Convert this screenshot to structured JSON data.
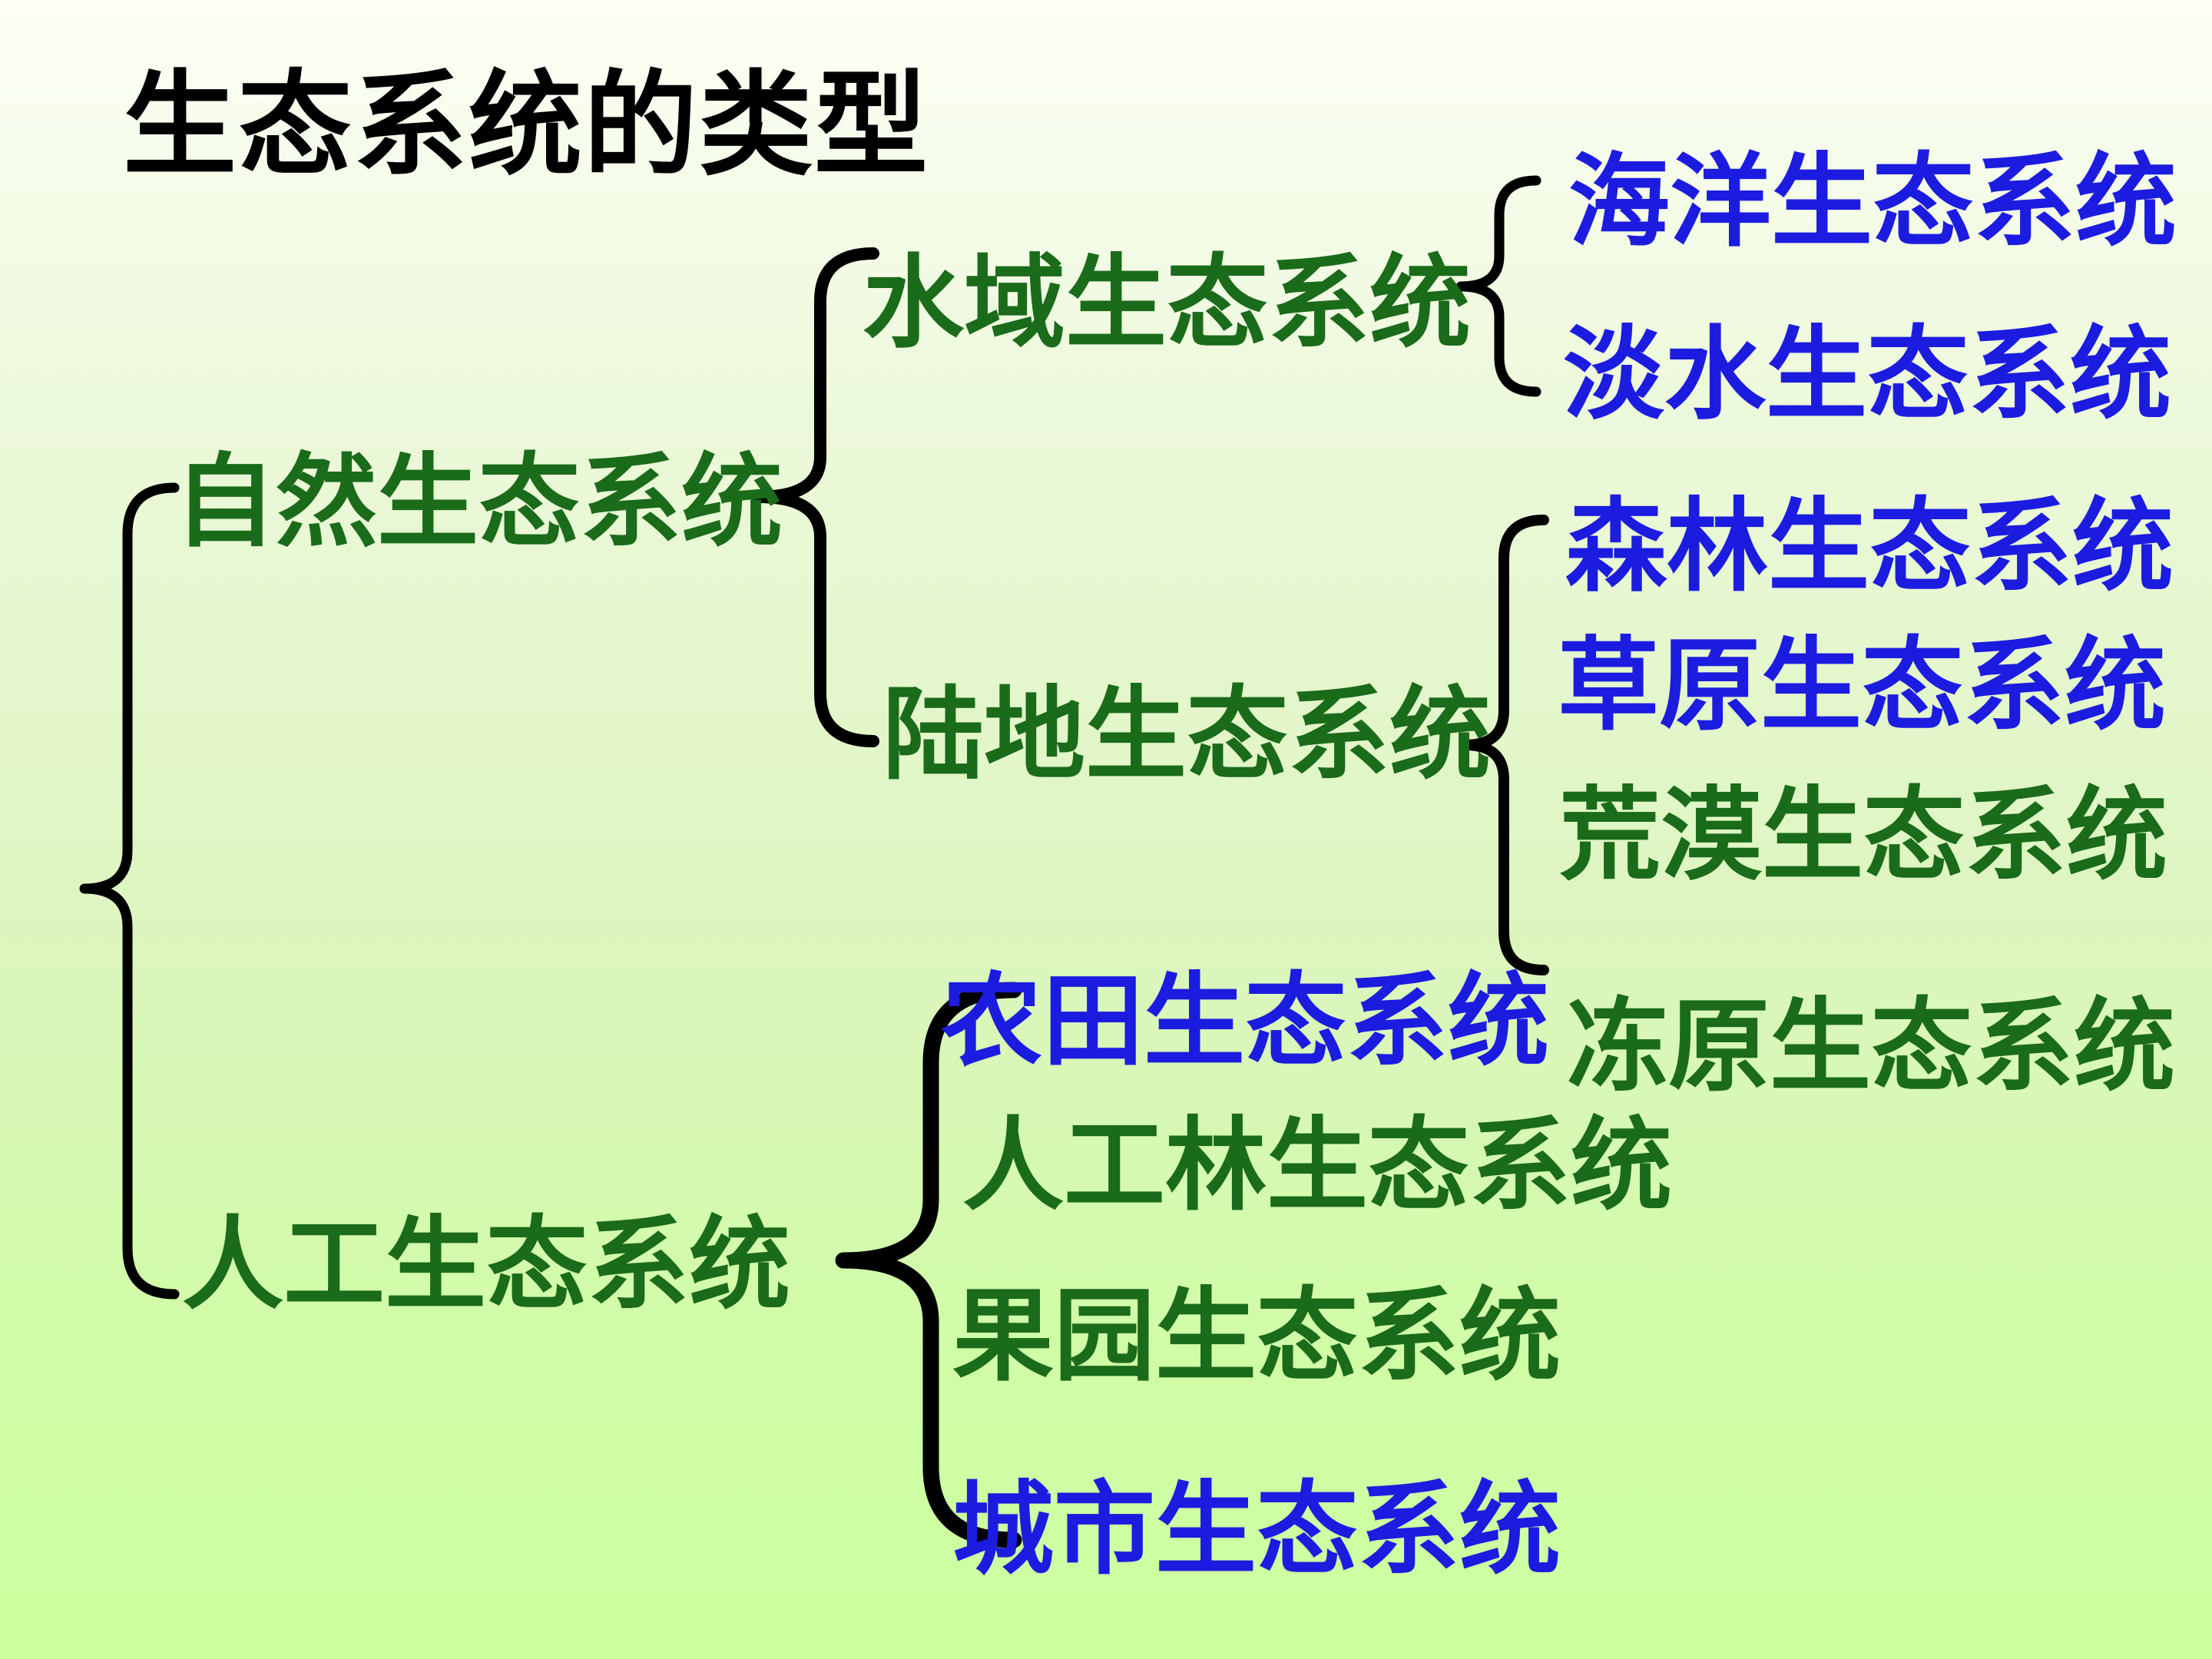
{
  "slide_title": "生态系统的类型",
  "colors": {
    "title_text": "#000000",
    "category_green": "#1a6b1a",
    "item_blue": "#1c1ce0",
    "brace_black": "#000000",
    "background_top": "#fcfff6",
    "background_bottom": "#ccff9f"
  },
  "nodes": {
    "title": {
      "label": "生态系统的类型",
      "color": "#000000"
    },
    "natural": {
      "label": "自然生态系统",
      "color": "#1a6b1a",
      "children": [
        "aquatic",
        "terrestrial"
      ]
    },
    "artificial": {
      "label": "人工生态系统",
      "color": "#1a6b1a",
      "children": [
        "farmland",
        "plantation",
        "orchard",
        "urban"
      ]
    },
    "aquatic": {
      "label": "水域生态系统",
      "color": "#1a6b1a",
      "children": [
        "marine",
        "freshwater"
      ]
    },
    "terrestrial": {
      "label": "陆地生态系统",
      "color": "#1a6b1a",
      "children": [
        "forest",
        "grassland",
        "desert",
        "tundra"
      ]
    },
    "marine": {
      "label": "海洋生态系统",
      "color": "#1c1ce0"
    },
    "freshwater": {
      "label": "淡水生态系统",
      "color": "#1c1ce0"
    },
    "forest": {
      "label": "森林生态系统",
      "color": "#1c1ce0"
    },
    "grassland": {
      "label": "草原生态系统",
      "color": "#1c1ce0"
    },
    "desert": {
      "label": "荒漠生态系统",
      "color": "#1a6b1a"
    },
    "tundra": {
      "label": "冻原生态系统",
      "color": "#1a6b1a"
    },
    "farmland": {
      "label": "农田生态系统",
      "color": "#1c1ce0"
    },
    "plantation": {
      "label": "人工林生态系统",
      "color": "#1a6b1a"
    },
    "orchard": {
      "label": "果园生态系统",
      "color": "#1a6b1a"
    },
    "urban": {
      "label": "城市生态系统",
      "color": "#1c1ce0"
    }
  },
  "hierarchy": {
    "root_groups": [
      "natural",
      "artificial"
    ],
    "natural_children": [
      "aquatic",
      "terrestrial"
    ],
    "aquatic_children": [
      "marine",
      "freshwater"
    ],
    "terrestrial_children": [
      "forest",
      "grassland",
      "desert",
      "tundra"
    ],
    "artificial_children": [
      "farmland",
      "plantation",
      "orchard",
      "urban"
    ]
  }
}
